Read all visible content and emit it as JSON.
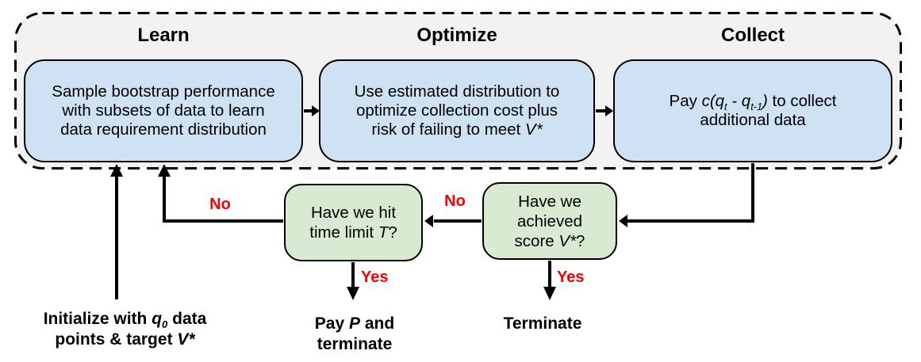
{
  "diagram": {
    "stages": [
      {
        "title": "Learn",
        "body": [
          {
            "t": "Sample bootstrap performance"
          },
          {
            "br": true
          },
          {
            "t": "with subsets of data to learn"
          },
          {
            "br": true
          },
          {
            "t": "data requirement distribution"
          }
        ]
      },
      {
        "title": "Optimize",
        "body": [
          {
            "t": "Use estimated distribution to"
          },
          {
            "br": true
          },
          {
            "t": "optimize collection cost plus"
          },
          {
            "br": true
          },
          {
            "t": "risk of failing to meet "
          },
          {
            "t": "V*",
            "i": true
          }
        ]
      },
      {
        "title": "Collect",
        "body": [
          {
            "t": "Pay "
          },
          {
            "t": "c(q",
            "i": true
          },
          {
            "t": "t",
            "i": true,
            "sub": true
          },
          {
            "t": " - q",
            "i": true
          },
          {
            "t": "t-1",
            "i": true,
            "sub": true
          },
          {
            "t": ")",
            "i": true
          },
          {
            "t": " to collect"
          },
          {
            "br": true
          },
          {
            "t": "additional data"
          }
        ]
      }
    ],
    "decisions": [
      {
        "body": [
          {
            "t": "Have we hit"
          },
          {
            "br": true
          },
          {
            "t": "time limit "
          },
          {
            "t": "T",
            "i": true
          },
          {
            "t": "?"
          }
        ],
        "no": "No",
        "yes": "Yes"
      },
      {
        "body": [
          {
            "t": "Have we"
          },
          {
            "br": true
          },
          {
            "t": "achieved"
          },
          {
            "br": true
          },
          {
            "t": "score "
          },
          {
            "t": "V*",
            "i": true
          },
          {
            "t": "?"
          }
        ],
        "no": "No",
        "yes": "Yes"
      }
    ],
    "start_label": [
      {
        "t": "Initialize with "
      },
      {
        "t": "q",
        "i": true
      },
      {
        "t": "0",
        "i": true,
        "sub": true
      },
      {
        "t": " data"
      },
      {
        "br": true
      },
      {
        "t": "points & target "
      },
      {
        "t": "V*",
        "i": true
      }
    ],
    "terminals": [
      {
        "body": [
          {
            "t": "Pay "
          },
          {
            "t": "P",
            "i": true
          },
          {
            "t": " and"
          },
          {
            "br": true
          },
          {
            "t": "terminate"
          }
        ]
      },
      {
        "body": [
          {
            "t": "Terminate"
          }
        ]
      }
    ],
    "colors": {
      "stage_fill": "#cfe2f3",
      "decision_fill": "#d9ead3",
      "container_fill": "#f2f2f2",
      "edge_label_red": "#f40000",
      "line_black": "#000000"
    }
  }
}
